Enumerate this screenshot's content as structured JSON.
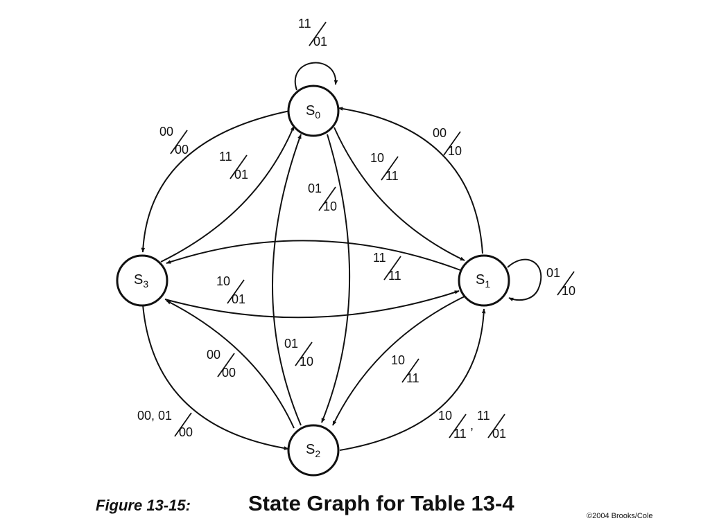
{
  "nodes": {
    "s0": {
      "letter": "S",
      "index": "0"
    },
    "s1": {
      "letter": "S",
      "index": "1"
    },
    "s2": {
      "letter": "S",
      "index": "2"
    },
    "s3": {
      "letter": "S",
      "index": "3"
    }
  },
  "edges": {
    "s0_self": {
      "input": "11",
      "output": "01"
    },
    "s0_s3_outer": {
      "input": "00",
      "output": "00"
    },
    "s3_s0_inner": {
      "input": "11",
      "output": "01"
    },
    "s1_s0_outer": {
      "input": "00",
      "output": "10"
    },
    "s0_s1_inner": {
      "input": "10",
      "output": "11"
    },
    "s0_s2": {
      "input": "01",
      "output": "10"
    },
    "s1_s3": {
      "input": "11",
      "output": "11"
    },
    "s3_s1": {
      "input": "10",
      "output": "01"
    },
    "s1_self": {
      "input": "01",
      "output": "10"
    },
    "s2_s0": {
      "input": "01",
      "output": "10"
    },
    "s2_s3": {
      "input": "00",
      "output": "00"
    },
    "s1_s2": {
      "input": "10",
      "output": "11"
    },
    "s3_s2": {
      "input": "00, 01",
      "output": "00"
    },
    "s2_s1_a": {
      "input": "10",
      "output": "11"
    },
    "s2_s1_sep": ",",
    "s2_s1_b": {
      "input": "11",
      "output": "01"
    }
  },
  "caption": {
    "prefix": "Figure 13-15:",
    "title": "State Graph for Table 13-4"
  },
  "copyright": "©2004 Brooks/Cole"
}
